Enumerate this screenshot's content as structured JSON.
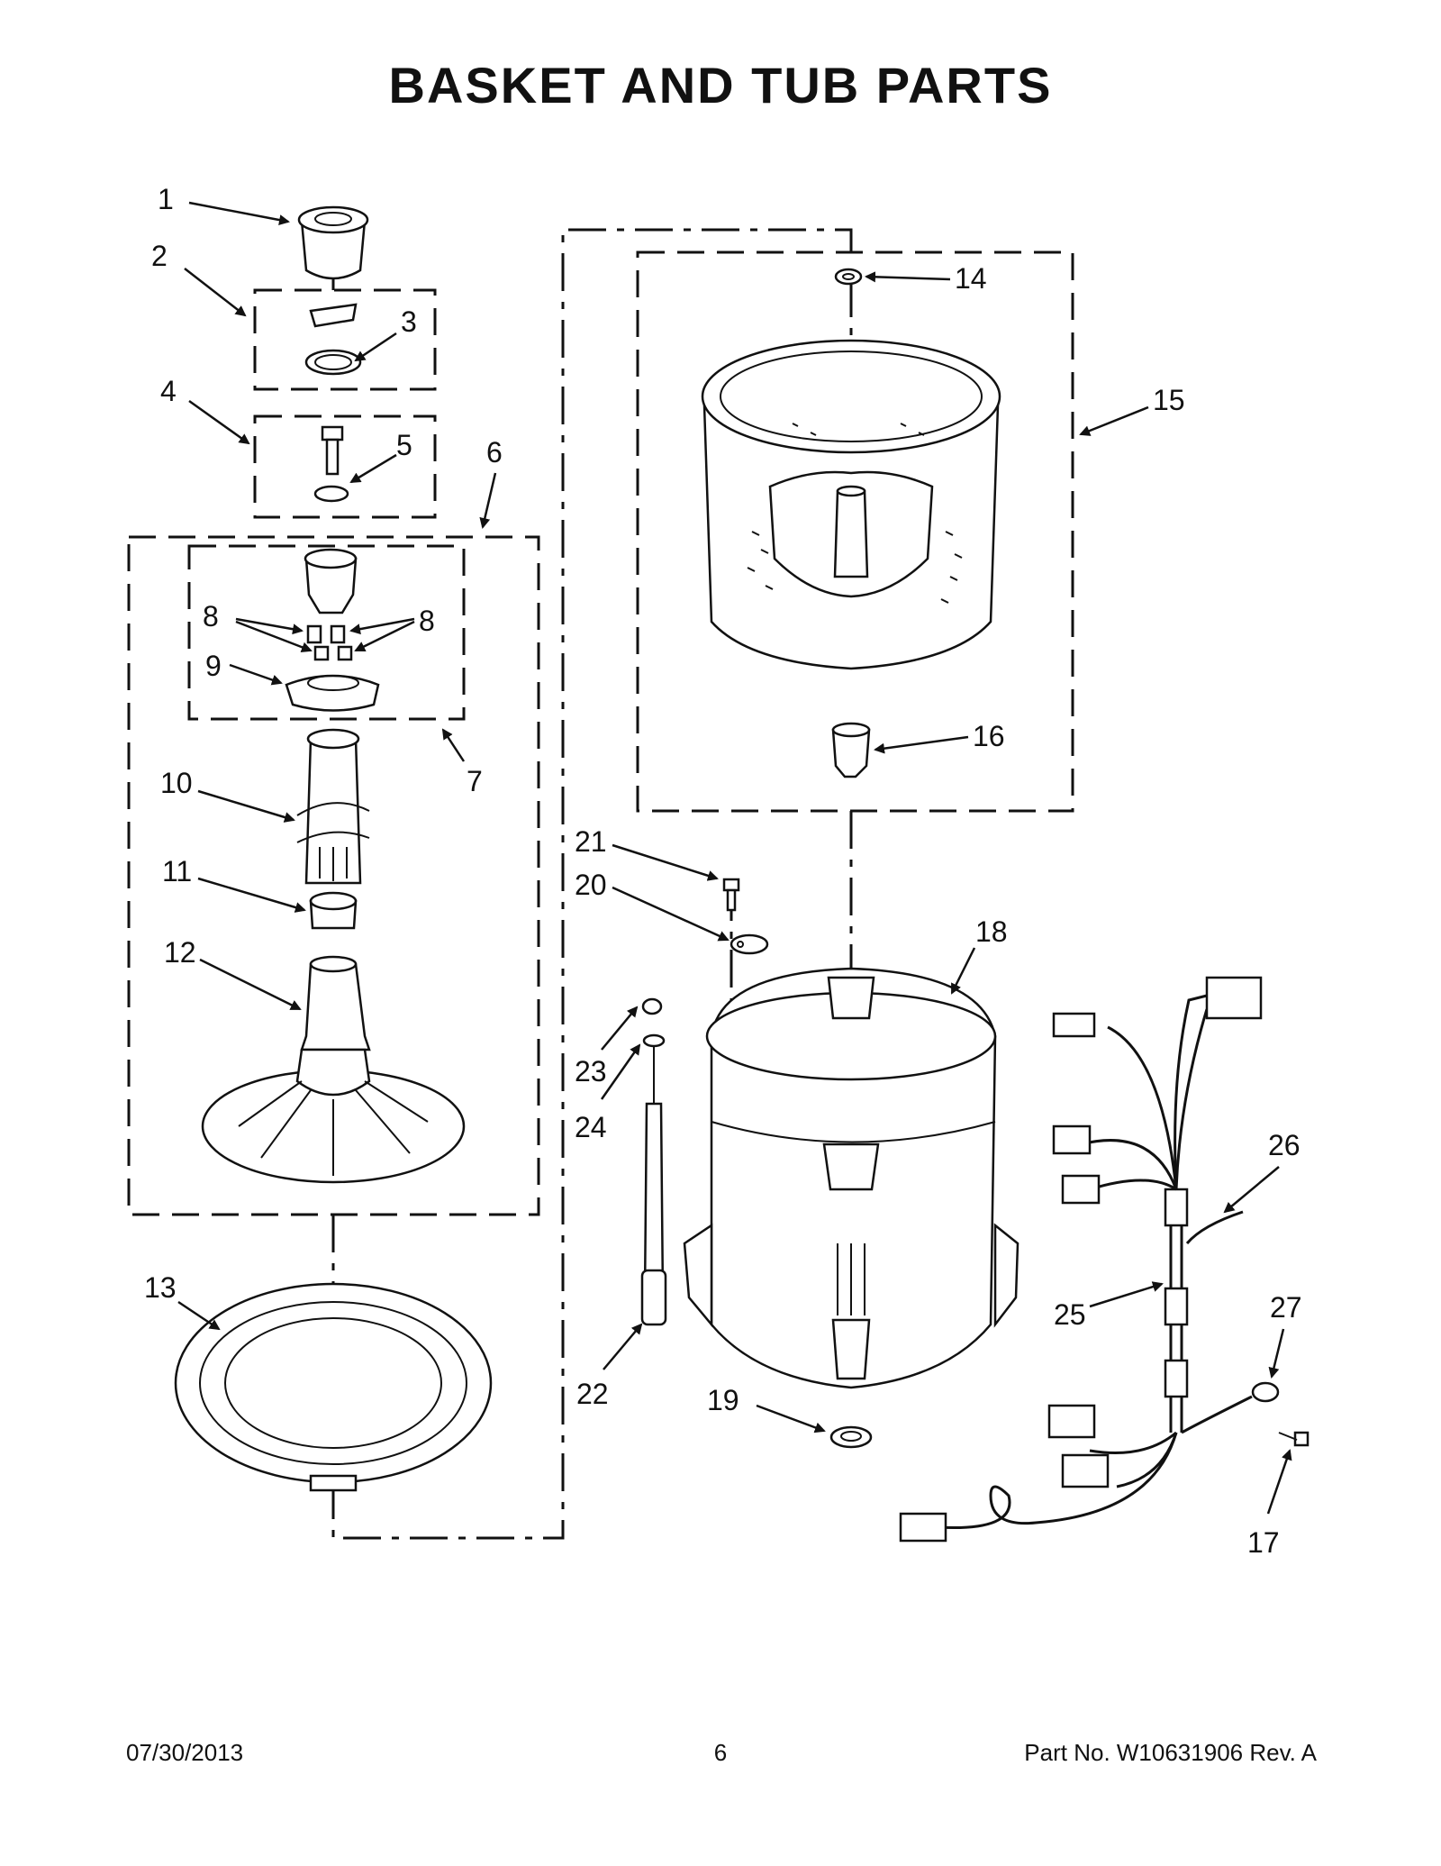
{
  "page": {
    "title": "BASKET AND TUB PARTS",
    "date": "07/30/2013",
    "page_number": "6",
    "part_number": "Part No.  W10631906  Rev.  A"
  },
  "callouts": [
    "1",
    "2",
    "3",
    "4",
    "5",
    "6",
    "7",
    "8",
    "8",
    "9",
    "10",
    "11",
    "12",
    "13",
    "14",
    "15",
    "16",
    "17",
    "18",
    "19",
    "20",
    "21",
    "22",
    "23",
    "24",
    "25",
    "26",
    "27"
  ]
}
